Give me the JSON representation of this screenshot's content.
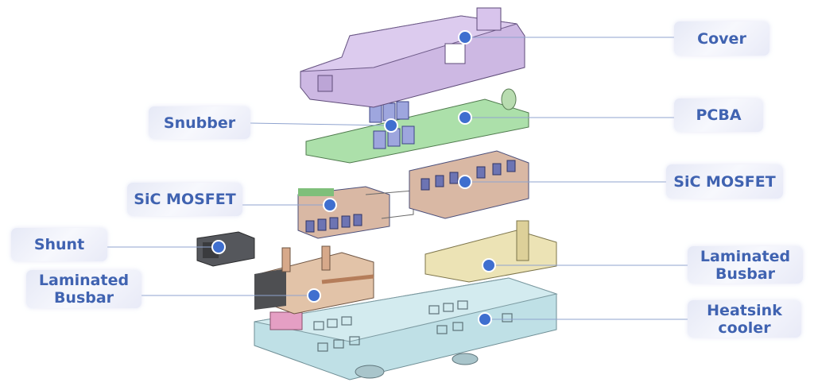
{
  "title": "Exploded view of SiC inverter power module",
  "colors": {
    "label_text": "#4063b1",
    "dot": "#3f6fcf",
    "leader": "#8fa3cf",
    "cover": "#cdb8e3",
    "pcba": "#ace0aa",
    "mosfet": "#d9b8a4",
    "shunt": "#55575c",
    "busbar_left": "#e2c3a8",
    "busbar_right": "#ece3b5",
    "heatsink": "#bfe0e6"
  },
  "labels": {
    "cover": "Cover",
    "pcba": "PCBA",
    "snubber": "Snubber",
    "sic_mosfet_left": "SiC MOSFET",
    "sic_mosfet_right": "SiC MOSFET",
    "shunt": "Shunt",
    "busbar_left_1": "Laminated",
    "busbar_left_2": "Busbar",
    "busbar_right_1": "Laminated",
    "busbar_right_2": "Busbar",
    "heatsink_1": "Heatsink",
    "heatsink_2": "cooler"
  }
}
